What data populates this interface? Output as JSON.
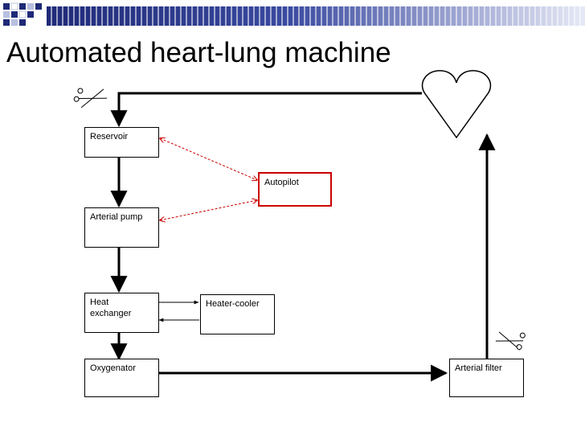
{
  "slide": {
    "title": "Automated heart-lung machine"
  },
  "diagram": {
    "nodes": {
      "reservoir": "Reservoir",
      "arterial_pump": "Arterial pump",
      "heat_exchanger": "Heat exchanger",
      "heater_cooler": "Heater-cooler",
      "oxygenator": "Oxygenator",
      "arterial_filter": "Arterial filter",
      "autopilot": "Autopilot"
    },
    "icons": [
      "heart-icon",
      "scissors-icon",
      "scissors-icon"
    ]
  },
  "colors": {
    "header_dark": "#1f2a78",
    "header_light": "#dfe3f4",
    "autopilot_border": "#cc0000",
    "control_link": "#cc0000",
    "flow_line": "#000000"
  }
}
